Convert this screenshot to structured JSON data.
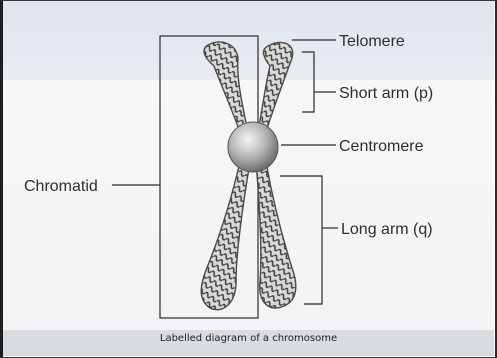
{
  "diagram": {
    "labels": {
      "telomere": "Telomere",
      "short_arm": "Short arm (p)",
      "centromere": "Centromere",
      "chromatid": "Chromatid",
      "long_arm": "Long arm (q)"
    },
    "caption": "Labelled diagram of a chromosome"
  },
  "colors": {
    "chromosome_strand": "#4a4a4a",
    "centromere": "#9a9a9a",
    "label_text": "#2e2e2e"
  }
}
